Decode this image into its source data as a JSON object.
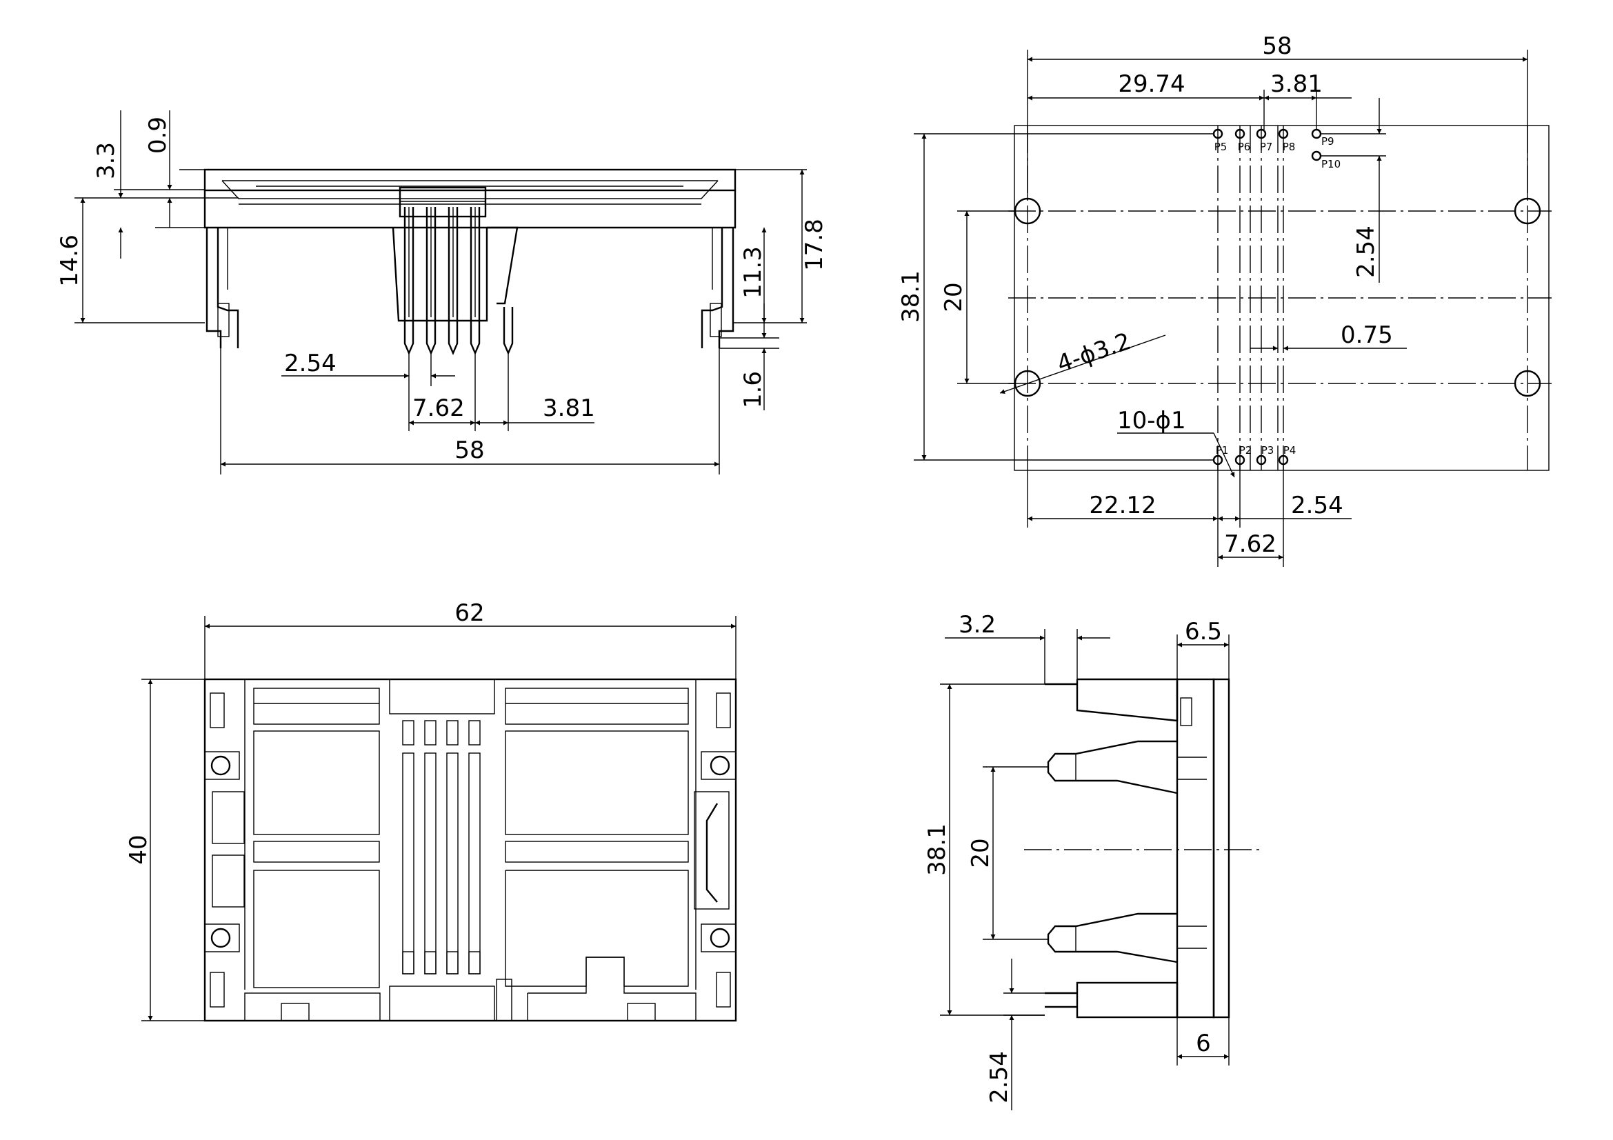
{
  "front_view": {
    "dims": {
      "d3_3": "3.3",
      "d0_9": "0.9",
      "d14_6": "14.6",
      "d11_3": "11.3",
      "d17_8": "17.8",
      "d1_6": "1.6",
      "d2_54": "2.54",
      "d7_62": "7.62",
      "d3_81": "3.81",
      "d58": "58"
    }
  },
  "footprint": {
    "dims": {
      "d58": "58",
      "d29_74": "29.74",
      "d3_81": "3.81",
      "d38_1": "38.1",
      "d20": "20",
      "d2_54_v": "2.54",
      "d4x3_2": "4-ϕ3.2",
      "d0_75": "0.75",
      "d10x1": "10-ϕ1",
      "d22_12": "22.12",
      "d2_54_h": "2.54",
      "d7_62": "7.62"
    },
    "pins": {
      "p1": "P1",
      "p2": "P2",
      "p3": "P3",
      "p4": "P4",
      "p5": "P5",
      "p6": "P6",
      "p7": "P7",
      "p8": "P8",
      "p9": "P9",
      "p10": "P10"
    }
  },
  "bottom_view": {
    "dims": {
      "d62": "62",
      "d40": "40"
    }
  },
  "side_view": {
    "dims": {
      "d3_2": "3.2",
      "d6_5": "6.5",
      "d38_1": "38.1",
      "d20": "20",
      "d6": "6",
      "d2_54": "2.54"
    }
  }
}
